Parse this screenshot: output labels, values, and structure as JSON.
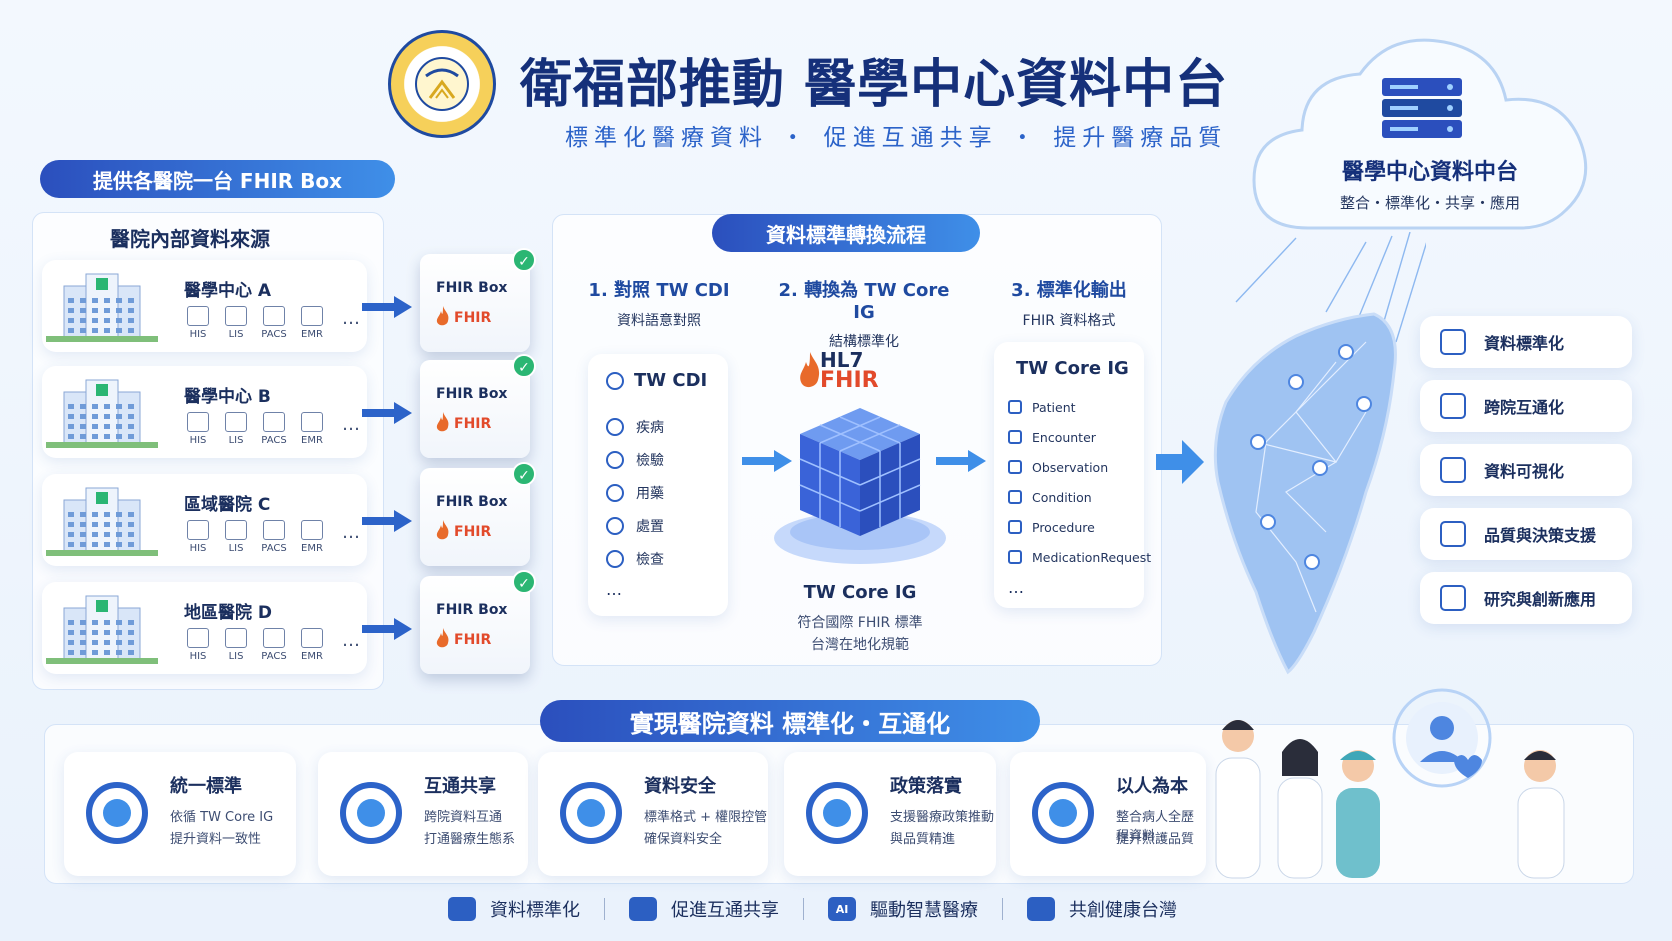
{
  "header": {
    "title": "衛福部推動 醫學中心資料中台",
    "subtitle": "標準化醫療資料 ・ 促進互通共享 ・ 提升醫療品質"
  },
  "left": {
    "banner": "提供各醫院一台 FHIR Box",
    "panel_title": "醫院內部資料來源",
    "hospitals": [
      {
        "name": "醫學中心 A"
      },
      {
        "name": "醫學中心 B"
      },
      {
        "name": "區域醫院 C"
      },
      {
        "name": "地區醫院 D"
      }
    ],
    "systems": [
      "HIS",
      "LIS",
      "PACS",
      "EMR"
    ],
    "more": "…"
  },
  "fhir_box": {
    "title": "FHIR Box",
    "logo": "FHIR"
  },
  "flow": {
    "banner": "資料標準轉換流程",
    "steps": [
      {
        "title": "1. 對照 TW CDI",
        "desc": "資料語意對照"
      },
      {
        "title": "2. 轉換為 TW Core IG",
        "desc": "結構標準化"
      },
      {
        "title": "3. 標準化輸出",
        "desc": "FHIR 資料格式"
      }
    ],
    "cdi": {
      "header": "TW CDI",
      "items": [
        "疾病",
        "檢驗",
        "用藥",
        "處置",
        "檢查"
      ],
      "more": "…"
    },
    "center": {
      "hl7": "HL7",
      "fhir": "FHIR",
      "label": "TW Core IG",
      "desc1": "符合國際 FHIR 標準",
      "desc2": "台灣在地化規範"
    },
    "ig": {
      "header": "TW Core IG",
      "items": [
        "Patient",
        "Encounter",
        "Observation",
        "Condition",
        "Procedure",
        "MedicationRequest"
      ],
      "more": "…"
    }
  },
  "cloud": {
    "title": "醫學中心資料中台",
    "subtitle": "整合・標準化・共享・應用"
  },
  "features": [
    "資料標準化",
    "跨院互通化",
    "資料可視化",
    "品質與決策支援",
    "研究與創新應用"
  ],
  "bottom": {
    "banner": "實現醫院資料 標準化・互通化",
    "benefits": [
      {
        "title": "統一標準",
        "line1": "依循 TW Core IG",
        "line2": "提升資料一致性"
      },
      {
        "title": "互通共享",
        "line1": "跨院資料互通",
        "line2": "打通醫療生態系"
      },
      {
        "title": "資料安全",
        "line1": "標準格式 + 權限控管",
        "line2": "確保資料安全"
      },
      {
        "title": "政策落實",
        "line1": "支援醫療政策推動",
        "line2": "與品質精進"
      },
      {
        "title": "以人為本",
        "line1": "整合病人全歷程資料",
        "line2": "提升照護品質"
      }
    ]
  },
  "footer": {
    "items": [
      "資料標準化",
      "促進互通共享",
      "驅動智慧醫療",
      "共創健康台灣"
    ],
    "ai_badge": "AI"
  },
  "colors": {
    "primary": "#1f4aa0",
    "accent": "#3f8fe8",
    "fhir": "#e24a2b",
    "check": "#2bb673"
  }
}
